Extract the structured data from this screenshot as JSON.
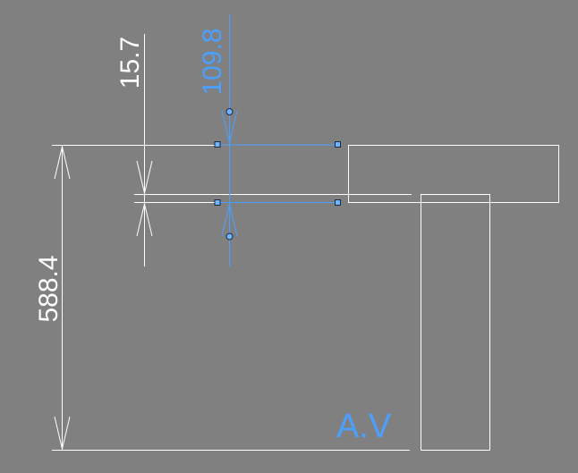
{
  "drawing": {
    "background_color": "#808080",
    "line_color": "#ffffff",
    "selection_color": "#4aa0ff",
    "grip_fill": "#6fb6ff",
    "dimensions": {
      "overall_height": "588.4",
      "gap": "15.7",
      "selected": "109.8"
    },
    "view_label": "A.V"
  }
}
